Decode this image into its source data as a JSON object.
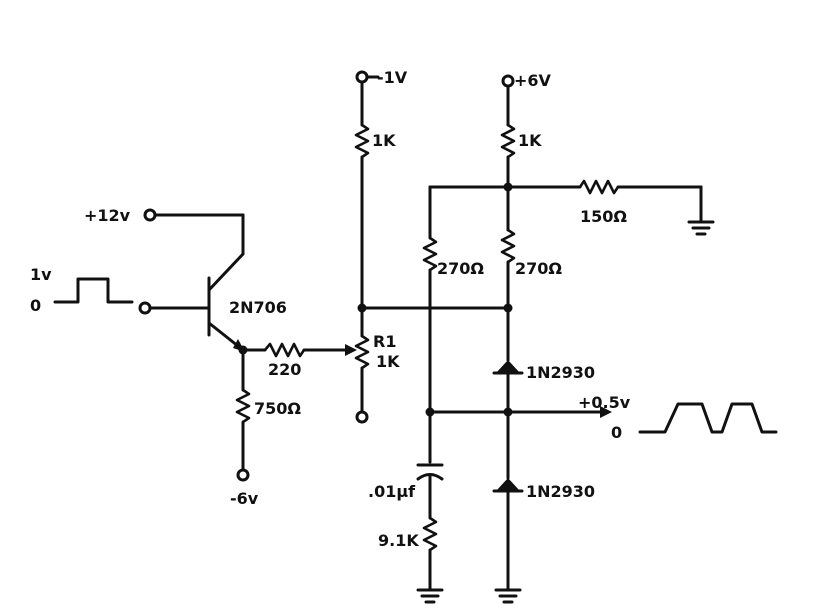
{
  "labels": {
    "supply_minus1": "-1V",
    "supply_plus6": "+6V",
    "supply_plus12": "+12v",
    "supply_minus6": "-6v",
    "r_top_left": "1K",
    "r_top_right": "1K",
    "r_150": "150Ω",
    "r_270_left": "270Ω",
    "r_270_right": "270Ω",
    "transistor": "2N706",
    "r_220": "220",
    "r_750": "750Ω",
    "pot_name": "R1",
    "pot_value": "1K",
    "diode_top": "1N2930",
    "diode_bottom": "1N2930",
    "cap": ".01µf",
    "r_91k": "9.1K",
    "in_high": "1v",
    "in_low": "0",
    "out_high": "+0.5v",
    "out_low": "0"
  },
  "icons": {
    "ground": "ground-icon",
    "resistor": "resistor-icon",
    "diode": "diode-icon",
    "capacitor": "capacitor-icon",
    "transistor": "npn-transistor-icon",
    "terminal": "terminal-icon",
    "pulse": "square-wave-icon"
  }
}
